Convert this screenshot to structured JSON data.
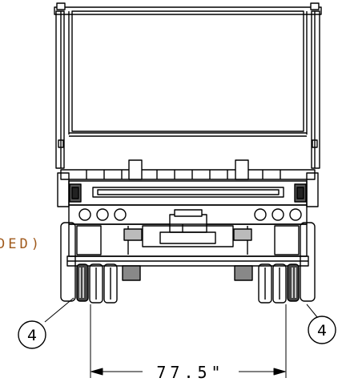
{
  "drawing": {
    "side_note": "DED)",
    "dimension_label": "77.5\"",
    "callouts": [
      {
        "number": "4",
        "side": "left"
      },
      {
        "number": "4",
        "side": "right"
      }
    ],
    "colors": {
      "line": "#000000",
      "note_text": "#a05a1c",
      "background": "#ffffff"
    }
  }
}
